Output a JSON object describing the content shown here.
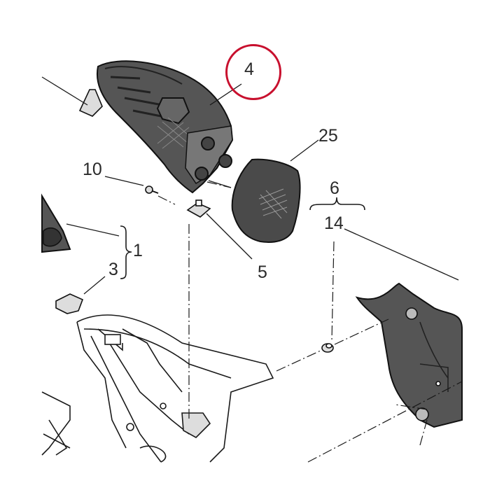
{
  "diagram": {
    "highlight_color": "#c8102e",
    "highlighted_part": "4",
    "labels": {
      "p4": "4",
      "p25": "25",
      "p10": "10",
      "p6": "6",
      "p14": "14",
      "p1": "1",
      "p3": "3",
      "p5": "5"
    }
  }
}
